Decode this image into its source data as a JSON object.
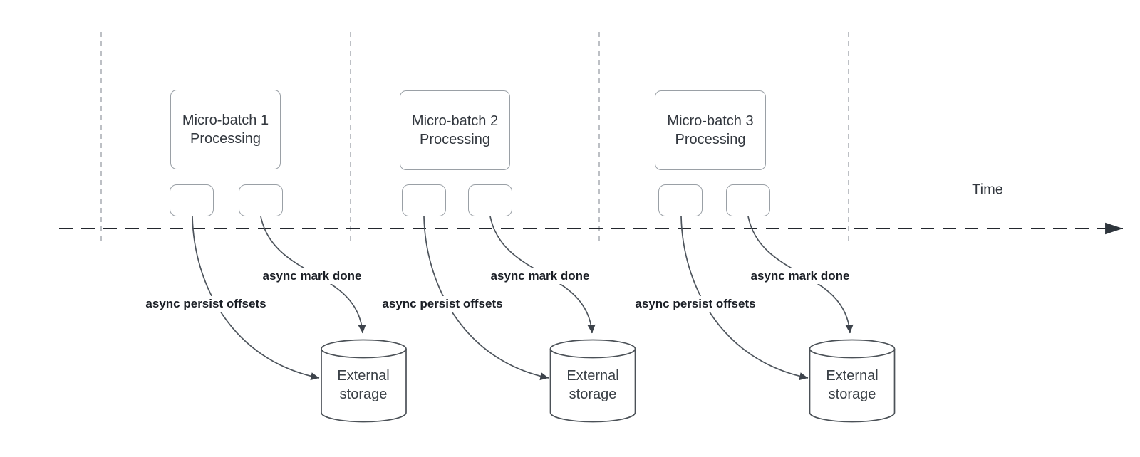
{
  "timeline": {
    "label": "Time"
  },
  "groups": [
    {
      "title_line1": "Micro-batch 1",
      "title_line2": "Processing",
      "persist_label": "async persist offsets",
      "done_label": "async mark done",
      "storage_line1": "External",
      "storage_line2": "storage"
    },
    {
      "title_line1": "Micro-batch 2",
      "title_line2": "Processing",
      "persist_label": "async persist offsets",
      "done_label": "async mark done",
      "storage_line1": "External",
      "storage_line2": "storage"
    },
    {
      "title_line1": "Micro-batch 3",
      "title_line2": "Processing",
      "persist_label": "async persist offsets",
      "done_label": "async mark done",
      "storage_line1": "External",
      "storage_line2": "storage"
    }
  ],
  "colors": {
    "background": "#ffffff",
    "box_border": "#9aa0a6",
    "shape_stroke": "#4d545c",
    "arrow_fill": "#3d434b",
    "timeline_stroke": "#23272d",
    "guide_stroke": "#b6babf",
    "text": "#33383f",
    "label_text": "#1b1f26"
  }
}
